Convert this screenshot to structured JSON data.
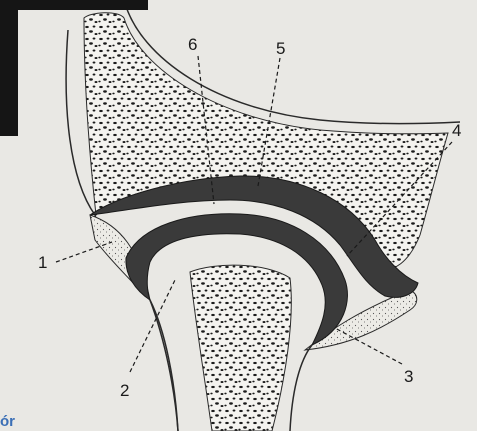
{
  "callouts": {
    "label_1": "1",
    "label_2": "2",
    "label_3": "3",
    "label_4": "4",
    "label_5": "5",
    "label_6": "6"
  },
  "overlay": {
    "corner_text": "ór"
  },
  "colors": {
    "page_background": "#e9e8e4",
    "cartilage": "#3a3a3a",
    "outline": "#2a2a2a",
    "corner_block": "#151515",
    "corner_text": "#3b6fb6"
  }
}
